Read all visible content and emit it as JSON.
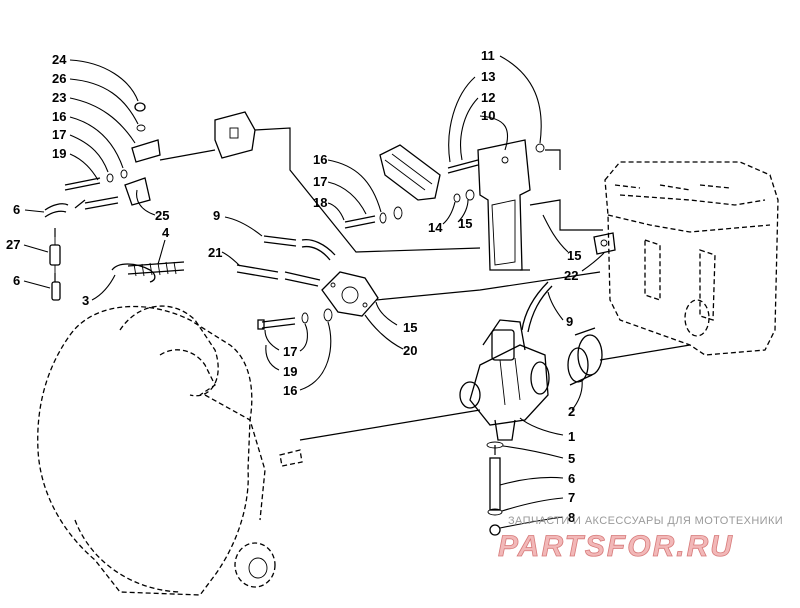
{
  "callouts": {
    "c24": "24",
    "c26": "26",
    "c23": "23",
    "c16a": "16",
    "c17a": "17",
    "c19a": "19",
    "c6a": "6",
    "c27": "27",
    "c6b": "6",
    "c25": "25",
    "c4": "4",
    "c3": "3",
    "c9a": "9",
    "c21": "21",
    "c16b": "16",
    "c17b": "17",
    "c18": "18",
    "c14": "14",
    "c15a": "15",
    "c11": "11",
    "c13": "13",
    "c12": "12",
    "c10": "10",
    "c15b": "15",
    "c22": "22",
    "c15c": "15",
    "c20": "20",
    "c17c": "17",
    "c19b": "19",
    "c16c": "16",
    "c9b": "9",
    "c2": "2",
    "c1": "1",
    "c5": "5",
    "c6c": "6",
    "c7": "7",
    "c8": "8"
  },
  "watermark": {
    "caption": "ЗАПЧАСТИ И АКСЕССУАРЫ ДЛЯ МОТОТЕХНИКИ",
    "logo": "PARTSFOR.RU"
  }
}
